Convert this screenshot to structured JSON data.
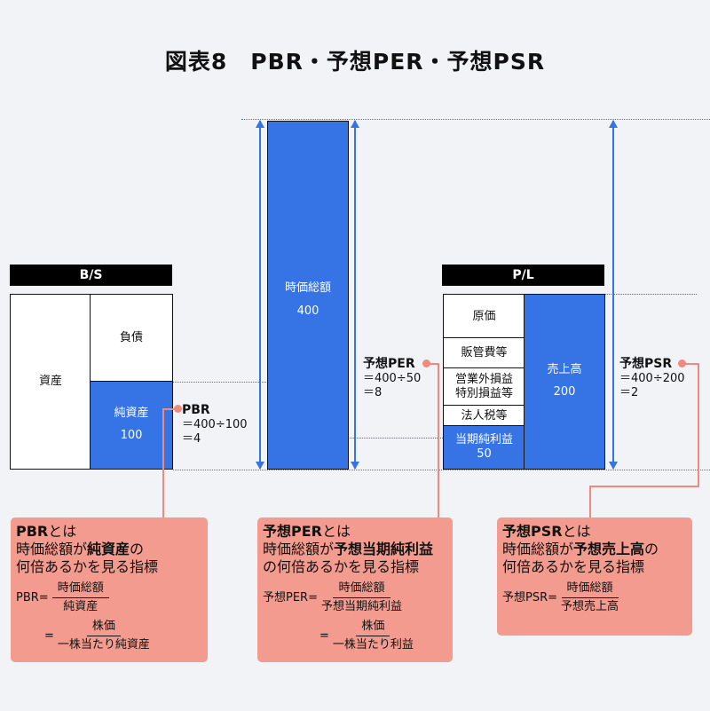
{
  "title": "図表8　PBR・予想PER・予想PSR",
  "bs": {
    "header": "B/S",
    "assets": "資産",
    "liabilities": "負債",
    "net_assets": "純資産",
    "net_assets_value": "100"
  },
  "market_cap": {
    "label": "時価総額",
    "value": "400"
  },
  "pl": {
    "header": "P/L",
    "cost": "原価",
    "sga": "販管費等",
    "nonop_1": "営業外損益",
    "nonop_2": "特別損益等",
    "tax": "法人税等",
    "net_income": "当期純利益",
    "net_income_value": "50",
    "sales": "売上高",
    "sales_value": "200"
  },
  "pbr_calc": {
    "label": "PBR",
    "line1": "＝400÷100",
    "line2": "＝4"
  },
  "per_calc": {
    "label": "予想PER",
    "line1": "＝400÷50",
    "line2": "＝8"
  },
  "psr_calc": {
    "label": "予想PSR",
    "line1": "＝400÷200",
    "line2": "＝2"
  },
  "pbr_box": {
    "head_bold": "PBR",
    "head_rest": "とは",
    "l2a": "時価総額が",
    "l2b": "純資産",
    "l2c": "の",
    "l3": "何倍あるかを見る指標",
    "f_label": "PBR=",
    "f1_num": "時価総額",
    "f1_den": "純資産",
    "f2_eq": "=",
    "f2_num": "株価",
    "f2_den": "一株当たり純資産"
  },
  "per_box": {
    "head_bold": "予想PER",
    "head_rest": "とは",
    "l2a": "時価総額が",
    "l2b": "予想当期純利益",
    "l3": "の何倍あるかを見る指標",
    "f_label": "予想PER=",
    "f1_num": "時価総額",
    "f1_den": "予想当期純利益",
    "f2_eq": "=",
    "f2_num": "株価",
    "f2_den": "一株当たり利益"
  },
  "psr_box": {
    "head_bold": "予想PSR",
    "head_rest": "とは",
    "l2a": "時価総額が",
    "l2b": "予想売上高",
    "l2c": "の",
    "l3": "何倍あるかを見る指標",
    "f_label": "予想PSR=",
    "f1_num": "時価総額",
    "f1_den": "予想売上高"
  },
  "colors": {
    "blue": "#3673e4",
    "salmon": "#f29b8e",
    "line": "#ef8a7f"
  }
}
